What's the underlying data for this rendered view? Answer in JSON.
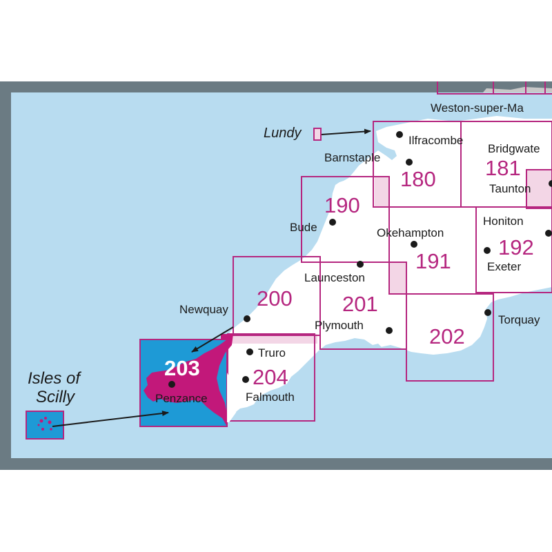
{
  "map": {
    "colors": {
      "frame": "#6b7b83",
      "sea": "#b8dcf0",
      "land": "#ffffff",
      "sheet_outline": "#b5267f",
      "sheet_overlap": "#f3d6e6",
      "highlight_sea": "#1e9ad6",
      "highlight_land": "#c2187a",
      "town_dot": "#1a1a1a",
      "label": "#1a1a1a"
    },
    "sheets": [
      {
        "number": "180",
        "highlighted": false
      },
      {
        "number": "181",
        "highlighted": false
      },
      {
        "number": "190",
        "highlighted": false
      },
      {
        "number": "191",
        "highlighted": false
      },
      {
        "number": "192",
        "highlighted": false
      },
      {
        "number": "200",
        "highlighted": false
      },
      {
        "number": "201",
        "highlighted": false
      },
      {
        "number": "202",
        "highlighted": false
      },
      {
        "number": "203",
        "highlighted": true
      },
      {
        "number": "204",
        "highlighted": false
      }
    ],
    "places": [
      {
        "name": "Weston-super-Ma"
      },
      {
        "name": "Lundy"
      },
      {
        "name": "Ilfracombe"
      },
      {
        "name": "Bridgwate"
      },
      {
        "name": "Barnstaple"
      },
      {
        "name": "Taunton"
      },
      {
        "name": "Honiton"
      },
      {
        "name": "Bude"
      },
      {
        "name": "Okehampton"
      },
      {
        "name": "Exeter"
      },
      {
        "name": "Launceston"
      },
      {
        "name": "Newquay"
      },
      {
        "name": "Plymouth"
      },
      {
        "name": "Torquay"
      },
      {
        "name": "Truro"
      },
      {
        "name": "Falmouth"
      },
      {
        "name": "Penzance"
      },
      {
        "name": "Isles of"
      },
      {
        "name": "Scilly"
      }
    ]
  }
}
